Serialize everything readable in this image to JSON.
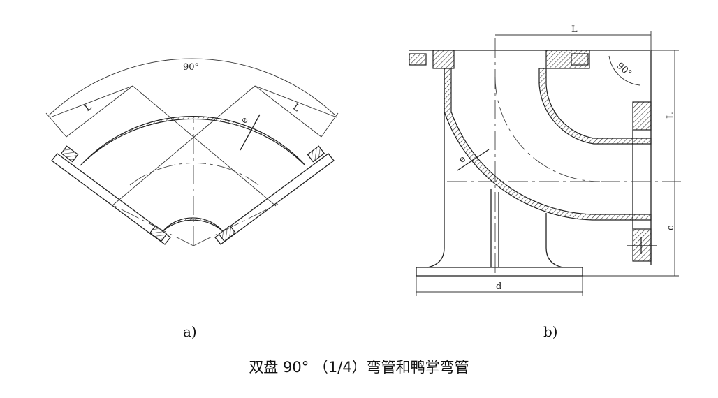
{
  "labels": {
    "angle_a": "90°",
    "L_left": "L",
    "L_right": "L",
    "e_a": "e",
    "L_top_b": "L",
    "angle_b": "90°",
    "L_side_b": "L",
    "e_b": "e",
    "c_b": "c",
    "d_b": "d"
  },
  "subfigures": {
    "a": "a)",
    "b": "b)"
  },
  "caption": "双盘 90° （1/4）弯管和鸭掌弯管"
}
